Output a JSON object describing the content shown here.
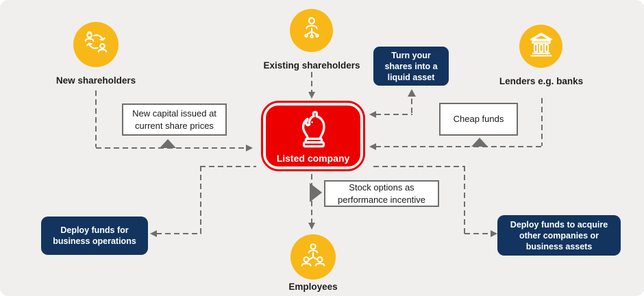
{
  "colors": {
    "background": "#f0efed",
    "accent_yellow": "#f8b817",
    "accent_red": "#ec0000",
    "accent_navy": "#13345f",
    "line_gray": "#6e6e6e",
    "text_dark": "#1d1d1b"
  },
  "actors": [
    {
      "label": "New shareholders",
      "icon": "people-exchange-icon"
    },
    {
      "label": "Existing shareholders",
      "icon": "person-network-icon"
    },
    {
      "label": "Lenders e.g. banks",
      "icon": "bank-icon"
    },
    {
      "label": "Employees",
      "icon": "team-hierarchy-icon"
    }
  ],
  "center": {
    "label": "Listed company",
    "icon": "chess-knight-icon"
  },
  "callouts": [
    {
      "text": "New capital issued at current share prices"
    },
    {
      "text": "Cheap funds"
    },
    {
      "text": "Stock options as performance incentive"
    }
  ],
  "benefits": [
    {
      "text": "Turn your shares into a liquid asset"
    },
    {
      "text": "Deploy funds for business operations"
    },
    {
      "text": "Deploy funds to acquire other companies or business assets"
    }
  ]
}
